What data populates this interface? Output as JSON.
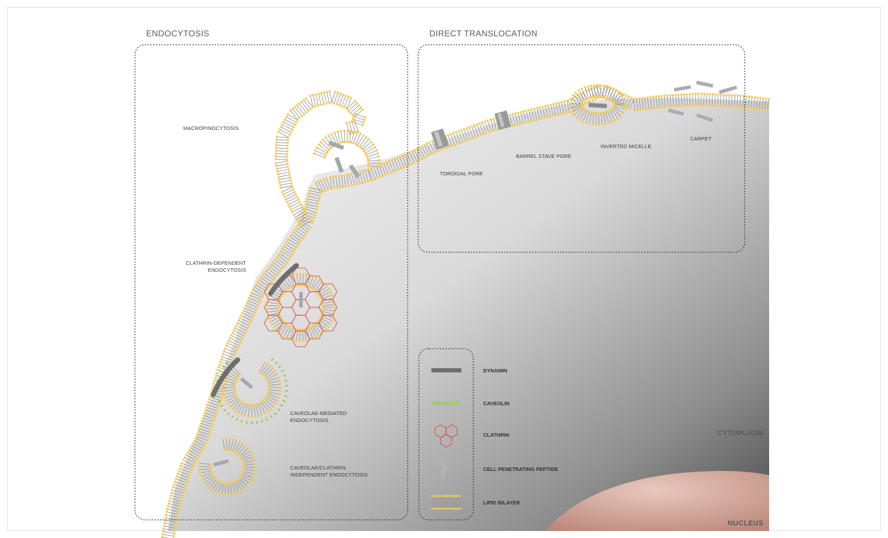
{
  "sections": {
    "endocytosis": "ENDOCYTOSIS",
    "direct_translocation": "DIRECT TRANSLOCATION"
  },
  "labels": {
    "macropinocytosis": "MACROPINOCYTOSIS",
    "clathrin_1": "CLATHRIN-DEPENDENT",
    "clathrin_2": "ENDOCYTOSIS",
    "caveolae_1": "CAVEOLAE-MEDIATED",
    "caveolae_2": "ENDOCYTOSIS",
    "independent_1": "CAVEOLAE/CLATHRIN",
    "independent_2": "INDEPENDENT ENDOCYTOSIS",
    "toroidal_pore": "TOROIDAL PORE",
    "barrel_stave_pore": "BARREL STAVE PORE",
    "inverted_micelle": "INVERTED MICELLE",
    "carpet": "CARPET",
    "cytoplasm": "CYTOPLASM",
    "nucleus": "NUCLEUS"
  },
  "legend": {
    "dynamin": "DYNAMIN",
    "caveolin": "CAVEOLIN",
    "clathrin": "CLATHRIN",
    "peptide": "CELL PENETRATING PEPTIDE",
    "lipid_bilayer": "LIPID BILAYER"
  },
  "colors": {
    "lipid_head": "#f0c95a",
    "lipid_tail": "#8f8f8f",
    "dynamin": "#6e6e6e",
    "caveolin": "#9ccc5a",
    "clathrin": "#d9534f",
    "peptide": "#a9adb3",
    "nucleus": "#d3a89a"
  }
}
